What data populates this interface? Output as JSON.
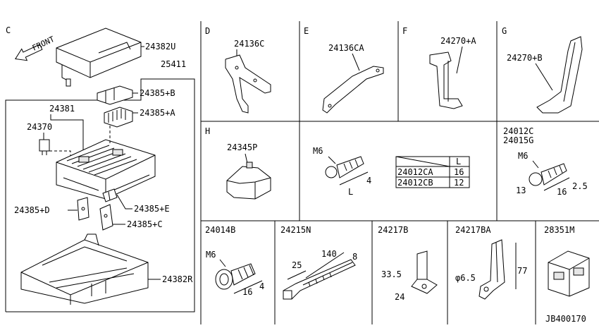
{
  "sections": {
    "C": "C",
    "D": "D",
    "E": "E",
    "F": "F",
    "G": "G",
    "H": "H"
  },
  "front_label": "FRONT",
  "parts": {
    "p24382U": "24382U",
    "p25411": "25411",
    "p24385B": "24385+B",
    "p24381": "24381",
    "p24385A": "24385+A",
    "p24370": "24370",
    "p24385D": "24385+D",
    "p24385E": "24385+E",
    "p24385C": "24385+C",
    "p24382R": "24382R",
    "p24136C": "24136C",
    "p24136CA": "24136CA",
    "p24270A": "24270+A",
    "p24270B": "24270+B",
    "p24345P": "24345P",
    "p24012C": "24012C",
    "p24015G": "24015G",
    "p24014B": "24014B",
    "p24215N": "24215N",
    "p24217B": "24217B",
    "p24217BA": "24217BA",
    "p28351M": "28351M"
  },
  "dims": {
    "m6_a": "M6",
    "L": "L",
    "four_a": "4",
    "m6_b": "M6",
    "d13": "13",
    "d16_a": "16",
    "d25": "2.5",
    "m6_c": "M6",
    "d16_b": "16",
    "four_b": "4",
    "d140": "140",
    "d25b": "25",
    "d8": "8",
    "d335": "33.5",
    "d24": "24",
    "phi65": "φ6.5",
    "d77": "77"
  },
  "table": {
    "header_L": "L",
    "rows": [
      {
        "part": "24012CA",
        "L": "16"
      },
      {
        "part": "24012CB",
        "L": "12"
      }
    ]
  },
  "diagram_code": "JB400170"
}
